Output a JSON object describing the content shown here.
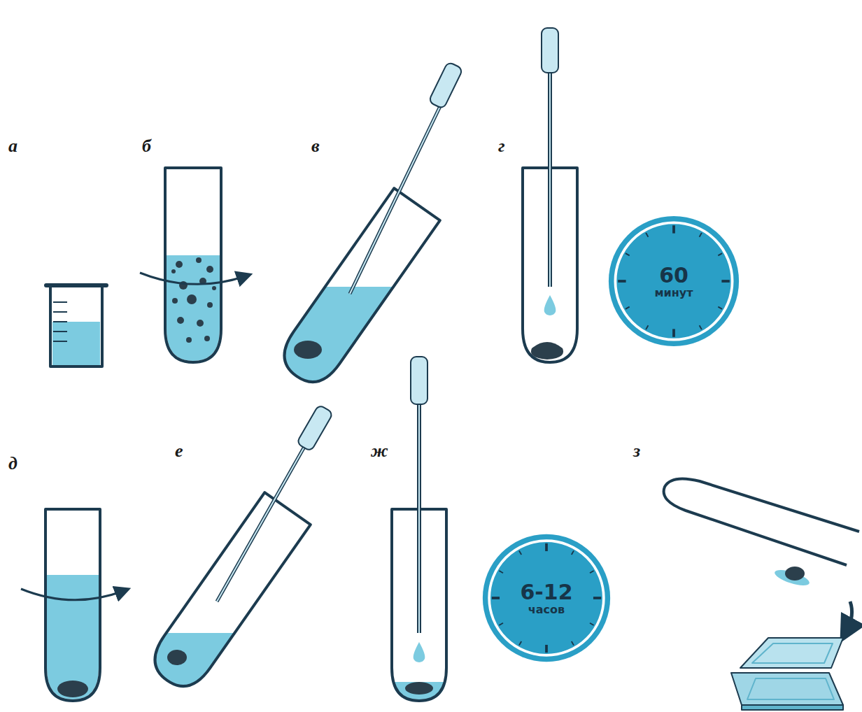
{
  "diagram": {
    "nodes": [
      {
        "text": [
          "60",
          "минут"
        ]
      },
      {
        "text": [
          "6-12",
          "часов"
        ]
      }
    ],
    "labels": [
      "а",
      "б",
      "в",
      "г",
      "д",
      "е",
      "ж",
      "з"
    ]
  }
}
